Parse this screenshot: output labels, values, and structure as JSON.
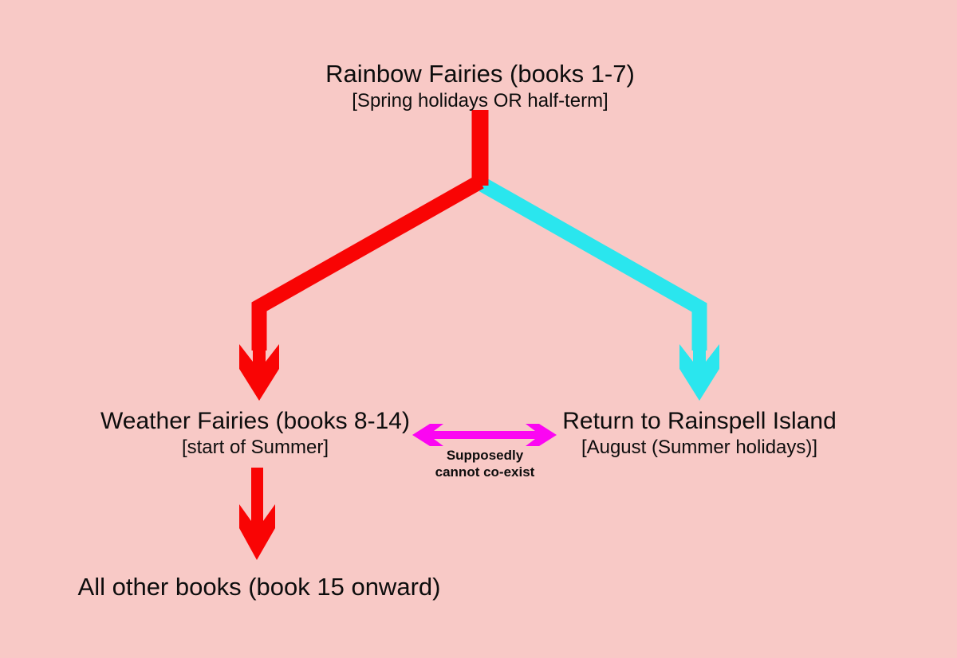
{
  "background_color": "#f8c9c6",
  "colors": {
    "red": "#f90404",
    "cyan": "#2ae6ee",
    "magenta": "#fb06f2",
    "text": "#0d0d0d"
  },
  "nodes": {
    "rainbow": {
      "title": "Rainbow Fairies (books 1-7)",
      "subtitle": "[Spring holidays OR half-term]"
    },
    "weather": {
      "title": "Weather Fairies (books 8-14)",
      "subtitle": "[start of Summer]"
    },
    "return_island": {
      "title": "Return to Rainspell Island",
      "subtitle": "[August (Summer holidays)]"
    },
    "all_other": {
      "title": "All other books (book 15 onward)"
    }
  },
  "annotations": {
    "coexist_line1": "Supposedly",
    "coexist_line2": "cannot co-exist"
  },
  "edges": [
    {
      "from": "rainbow",
      "to": "weather",
      "color_name": "red",
      "style": "single-headed"
    },
    {
      "from": "rainbow",
      "to": "return_island",
      "color_name": "cyan",
      "style": "single-headed"
    },
    {
      "from": "weather",
      "to": "all_other",
      "color_name": "red",
      "style": "single-headed"
    },
    {
      "from": "weather",
      "to": "return_island",
      "color_name": "magenta",
      "style": "double-headed",
      "label": "Supposedly cannot co-exist"
    }
  ]
}
